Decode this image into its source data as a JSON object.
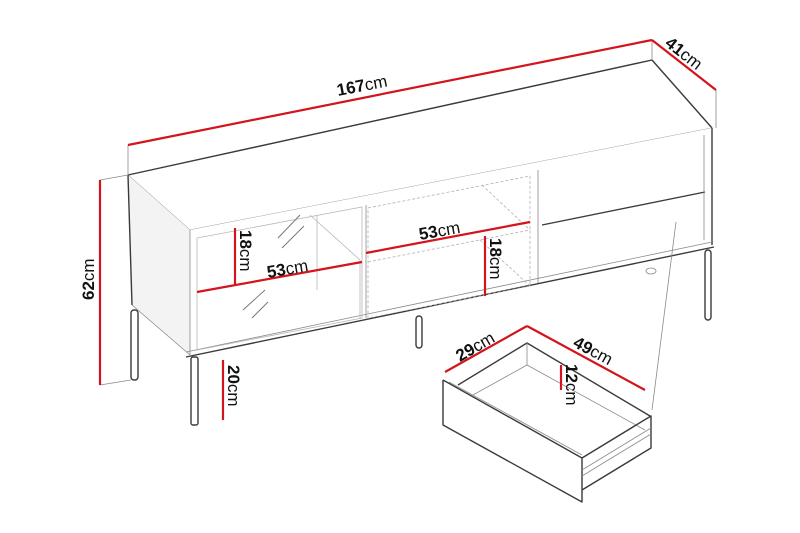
{
  "diagram": {
    "subject": "TV bench with glass doors, open shelves and drawer",
    "accent_color": "#d4141c",
    "line_color": "#3a3a3a",
    "dimensions": {
      "width": {
        "value": "167",
        "unit": "cm"
      },
      "depth": {
        "value": "41",
        "unit": "cm"
      },
      "height": {
        "value": "62",
        "unit": "cm"
      },
      "leg_height": {
        "value": "20",
        "unit": "cm"
      },
      "left_compartment_width": {
        "value": "53",
        "unit": "cm"
      },
      "left_compartment_height": {
        "value": "18",
        "unit": "cm"
      },
      "middle_compartment_width": {
        "value": "53",
        "unit": "cm"
      },
      "middle_compartment_height": {
        "value": "18",
        "unit": "cm"
      },
      "drawer_width": {
        "value": "29",
        "unit": "cm"
      },
      "drawer_depth": {
        "value": "49",
        "unit": "cm"
      },
      "drawer_height": {
        "value": "12",
        "unit": "cm"
      }
    }
  }
}
